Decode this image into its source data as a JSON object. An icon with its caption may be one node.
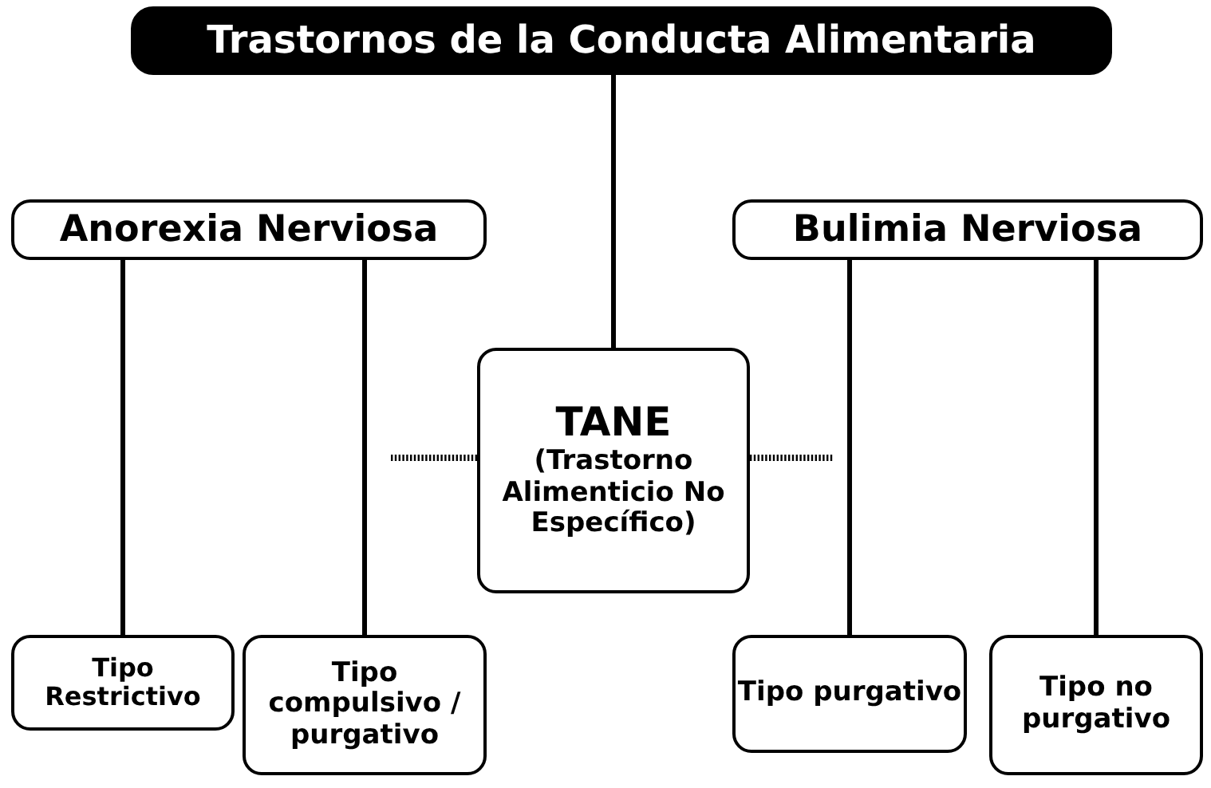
{
  "diagram": {
    "nodes": [
      {
        "text": [
          "Trastornos de la Conducta Alimentaria"
        ]
      },
      {
        "text": [
          "Anorexia Nerviosa"
        ]
      },
      {
        "text": [
          "Bulimia Nerviosa"
        ]
      },
      {
        "text": [
          "TANE",
          "(Trastorno Alimenticio No Específico)"
        ]
      },
      {
        "text": [
          "Tipo Restrictivo"
        ]
      },
      {
        "text": [
          "Tipo compulsivo / purgativo"
        ]
      },
      {
        "text": [
          "Tipo purgativo"
        ]
      },
      {
        "text": [
          "Tipo no purgativo"
        ]
      }
    ],
    "edges": [
      {
        "from": 0,
        "to": 3,
        "arrow": "none"
      },
      {
        "from": 1,
        "to": 4,
        "arrow": "none"
      },
      {
        "from": 1,
        "to": 5,
        "arrow": "none"
      },
      {
        "from": 2,
        "to": 6,
        "arrow": "none"
      },
      {
        "from": 2,
        "to": 7,
        "arrow": "none"
      },
      {
        "from": 3,
        "to": null,
        "arrow": "none",
        "style": "dashed"
      },
      {
        "from": 3,
        "to": null,
        "arrow": "none",
        "style": "dashed"
      }
    ]
  }
}
